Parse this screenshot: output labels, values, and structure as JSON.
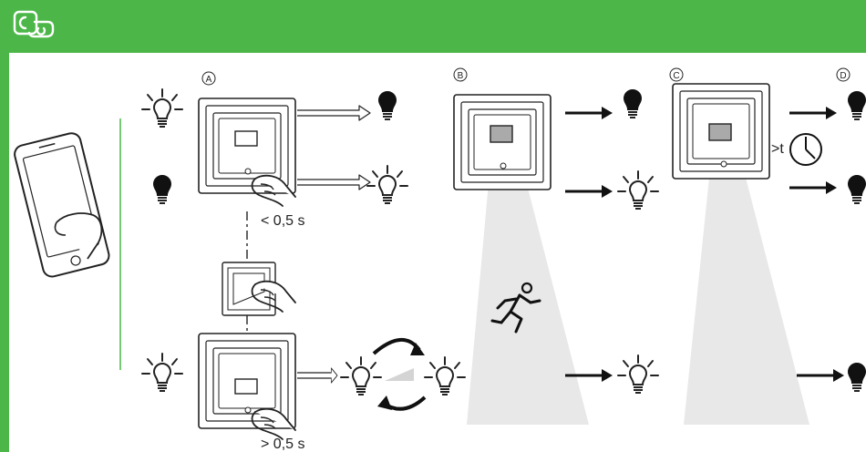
{
  "header": {
    "icon": "hand-card-icon",
    "color": "#4cb748"
  },
  "panels": [
    {
      "id": "A",
      "label": "A"
    },
    {
      "id": "B",
      "label": "B"
    },
    {
      "id": "C",
      "label": "C"
    },
    {
      "id": "D",
      "label": "D"
    }
  ],
  "texts": {
    "short_press": "< 0,5 s",
    "long_press": "> 0,5 s",
    "timer_prefix": ">t"
  },
  "icons": {
    "bulb_on": "bulb-on-icon",
    "bulb_off": "bulb-off-icon",
    "phone": "smartphone-icon",
    "running_person": "running-person-icon",
    "clock": "clock-icon"
  }
}
